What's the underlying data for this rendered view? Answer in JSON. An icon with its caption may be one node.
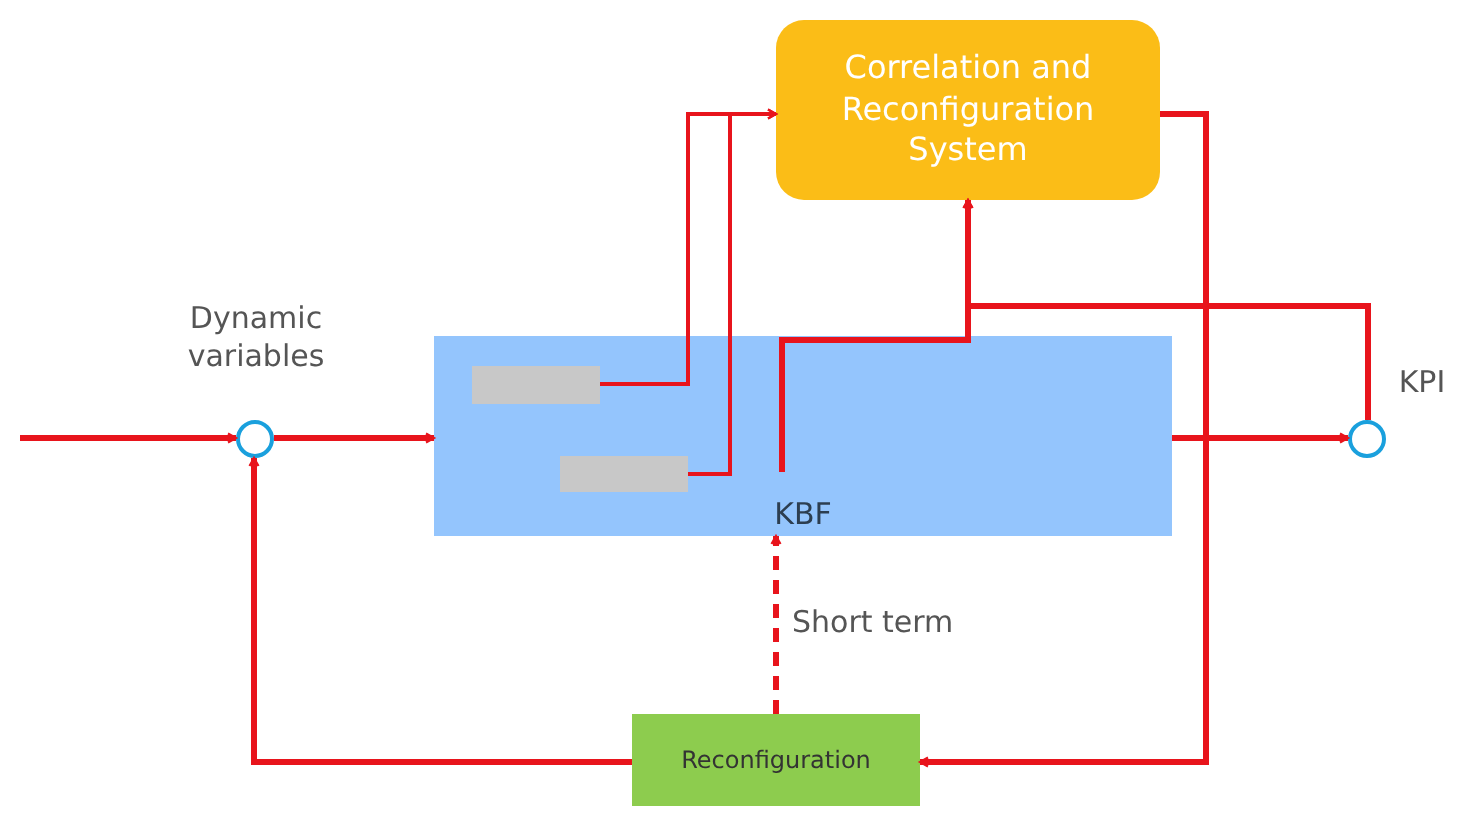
{
  "diagram": {
    "nodes": [
      {
        "text": [
          "Correlation and Reconfiguration System"
        ]
      },
      {
        "text": [],
        "shape": "circle",
        "beside": [
          "Dynamic variables"
        ]
      },
      {
        "text": [
          "KBF"
        ]
      },
      {
        "text": [],
        "shape": "bar",
        "in": 2
      },
      {
        "text": [],
        "shape": "bar",
        "in": 2
      },
      {
        "text": [],
        "shape": "circle",
        "beside": [
          "KPI"
        ]
      },
      {
        "text": [
          "Reconfiguration"
        ]
      }
    ],
    "edges": [
      {
        "from": null,
        "to": 1,
        "arrow": "to"
      },
      {
        "from": 1,
        "to": 2,
        "arrow": "to"
      },
      {
        "from": 3,
        "to": 0,
        "arrow": "to"
      },
      {
        "from": 4,
        "to": 0,
        "arrow": "to"
      },
      {
        "from": 2,
        "to": 0,
        "arrow": "to"
      },
      {
        "from": 5,
        "to": 0,
        "arrow": "to"
      },
      {
        "from": 2,
        "to": 5,
        "arrow": "to"
      },
      {
        "from": 0,
        "to": 6,
        "arrow": "to"
      },
      {
        "from": 6,
        "to": 1,
        "arrow": "to"
      },
      {
        "from": 6,
        "to": 2,
        "arrow": "to",
        "style": "dashed",
        "label": "Short term"
      }
    ]
  }
}
